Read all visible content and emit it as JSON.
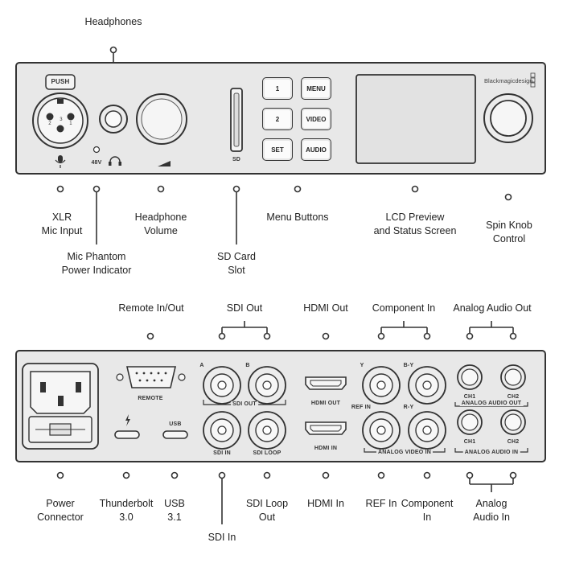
{
  "front_callouts": {
    "headphones": "Headphones",
    "xlr": [
      "XLR",
      "Mic Input"
    ],
    "phantom": [
      "Mic Phantom",
      "Power Indicator"
    ],
    "hp_volume": [
      "Headphone",
      "Volume"
    ],
    "sd_slot": [
      "SD Card",
      "Slot"
    ],
    "menu_buttons": "Menu Buttons",
    "lcd": [
      "LCD Preview",
      "and Status Screen"
    ],
    "spin_knob": [
      "Spin Knob",
      "Control"
    ]
  },
  "front_panel": {
    "push": "PUSH",
    "xlr_pins": [
      "2",
      "3",
      "1"
    ],
    "phantom_label": "48V",
    "sd_label": "SD",
    "buttons": [
      "1",
      "MENU",
      "2",
      "VIDEO",
      "SET",
      "AUDIO"
    ],
    "brand": "Blackmagicdesign"
  },
  "rear_callouts": {
    "remote": "Remote In/Out",
    "sdi_out": "SDI Out",
    "hdmi_out": "HDMI Out",
    "component_in_top": "Component In",
    "analog_audio_out": "Analog Audio Out",
    "power": [
      "Power",
      "Connector"
    ],
    "thunderbolt": [
      "Thunderbolt",
      "3.0"
    ],
    "usb": [
      "USB",
      "3.1"
    ],
    "sdi_in": "SDI In",
    "sdi_loop": [
      "SDI Loop",
      "Out"
    ],
    "hdmi_in": "HDMI In",
    "ref_in": "REF In",
    "component_in_bottom": [
      "Component",
      "In"
    ],
    "analog_audio_in": [
      "Analog",
      "Audio In"
    ]
  },
  "rear_panel": {
    "remote": "REMOTE",
    "usb": "USB",
    "sdi_a": "A",
    "sdi_b": "B",
    "sdi_out": "SDI OUT",
    "sdi_in": "SDI IN",
    "sdi_loop": "SDI LOOP",
    "hdmi_out": "HDMI OUT",
    "hdmi_in": "HDMI IN",
    "y": "Y",
    "by": "B-Y",
    "ref_in": "REF IN",
    "ry": "R-Y",
    "analog_video_in": "ANALOG VIDEO IN",
    "ch1_out": "CH1",
    "ch2_out": "CH2",
    "analog_audio_out": "ANALOG AUDIO OUT",
    "ch1_in": "CH1",
    "ch2_in": "CH2",
    "analog_audio_in": "ANALOG AUDIO IN"
  },
  "colors": {
    "panel": "#e8e8e8",
    "stroke": "#333333"
  }
}
